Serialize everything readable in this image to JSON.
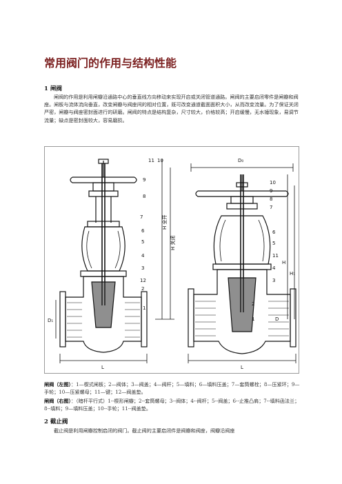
{
  "title": "常用阀门的作用与结构性能",
  "section1": {
    "heading": "1 闸阀",
    "paragraph": "闸阀的作用是利用闸瓣沿通路中心的垂直线方向移动来实现开启或关闭管道通路。闸阀的主要启闭零件是闸瓣和阀座。闸板与流体流向垂直，改变闸瓣与阀座间的相对位置，既可改变通道截面面积大小，从而改变流量。为了保证关闭严密，闸瓣与阀座密封面进行的研磨。闸阀的特点是结构复杂，尺寸较大，价格较高；开启缓慢，无水锤现象，易调节流量；缺点是密封面较大，容易磨损。"
  },
  "figure": {
    "left_numbers": [
      "11",
      "10",
      "9",
      "8",
      "7",
      "6",
      "5",
      "4",
      "3",
      "12",
      "2",
      "1"
    ],
    "left_dims": {
      "L": "L",
      "D1": "D₁",
      "H_open": "H 全开",
      "H_close": "H 关闭"
    },
    "right_numbers": [
      "10",
      "9",
      "8",
      "7",
      "6",
      "5",
      "11",
      "4",
      "3",
      "2",
      "1"
    ],
    "right_dims": {
      "D0": "D₀",
      "L": "L",
      "H": "H",
      "H1": "H₁",
      "D": "D"
    }
  },
  "caption_left": {
    "label": "闸阀（左图）",
    "text": "：1—楔式闸板；2—阀体；3—阀盖；4—阀杆；5—填料；6—填料压盖；7—套筒螺栓；8—压紧环；9—手轮；10—压紧螺母；11—键；12—阀盖垫。"
  },
  "caption_right": {
    "label": "闸阀（右图）",
    "text": "：（暗杆平行式）1--楔形闸瓣；2--套筒螺母；3--阀体；4--阀杆；5--阀盖；6--止推凸肩；7--填料函法兰；8--填料；9—填料压盖；10--手轮；11--阀盖垫。"
  },
  "section2": {
    "heading": "2 截止阀",
    "paragraph": "截止阀是利用闸瓣控制启闭的阀门。截止阀的主要启闭件是阀瓣和阀座，阀瓣沿阀座"
  }
}
